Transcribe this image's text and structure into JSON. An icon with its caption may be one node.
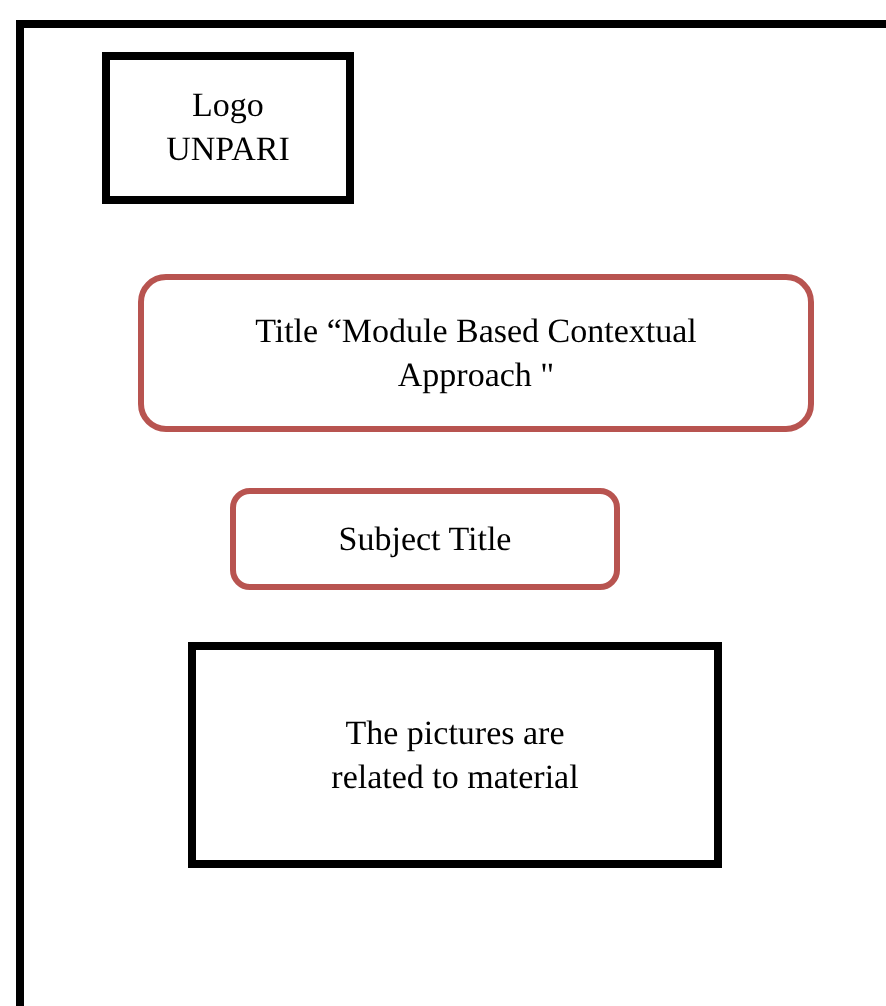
{
  "diagram": {
    "nodes": [
      {
        "text": [],
        "shape": "box"
      },
      {
        "text": [
          "Logo UNPARI"
        ],
        "in": 0
      },
      {
        "text": [
          "Title “Module Based Contextual Approach \""
        ],
        "in": 0
      },
      {
        "text": [
          "Subject Title"
        ],
        "in": 0
      },
      {
        "text": [
          "The pictures are related to material"
        ],
        "in": 0
      }
    ]
  }
}
